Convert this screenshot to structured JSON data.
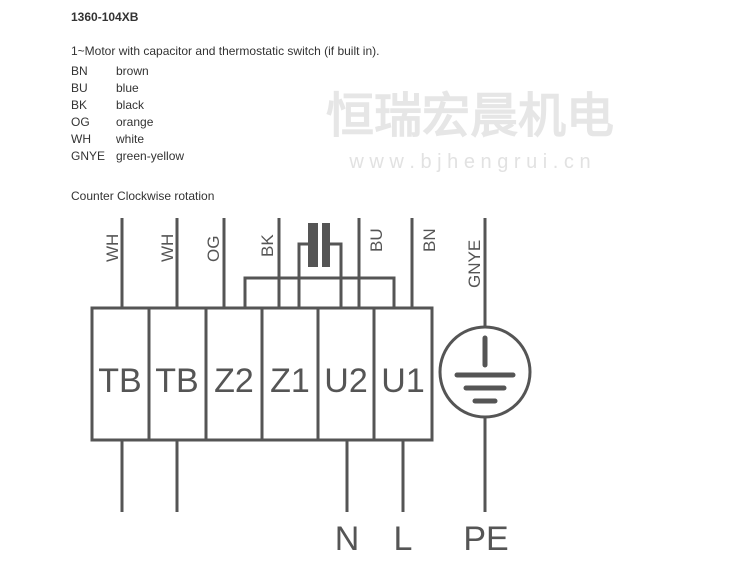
{
  "title": "1360-104XB",
  "description": "1~Motor with capacitor and thermostatic switch (if built in).",
  "legend": [
    {
      "code": "BN",
      "color": "brown"
    },
    {
      "code": "BU",
      "color": "blue"
    },
    {
      "code": "BK",
      "color": "black"
    },
    {
      "code": "OG",
      "color": "orange"
    },
    {
      "code": "WH",
      "color": "white"
    },
    {
      "code": "GNYE",
      "color": "green-yellow"
    }
  ],
  "rotation": "Counter Clockwise rotation",
  "wires": [
    "WH",
    "WH",
    "OG",
    "BK",
    "BU",
    "BN",
    "GNYE"
  ],
  "terminals": [
    "TB",
    "TB",
    "Z2",
    "Z1",
    "U2",
    "U1"
  ],
  "supply": {
    "n": "N",
    "l": "L",
    "pe": "PE"
  },
  "watermark": {
    "cn": "恒瑞宏晨机电",
    "url": "w w w . b j h e n g r u i . c n"
  },
  "line_color": "#555555"
}
